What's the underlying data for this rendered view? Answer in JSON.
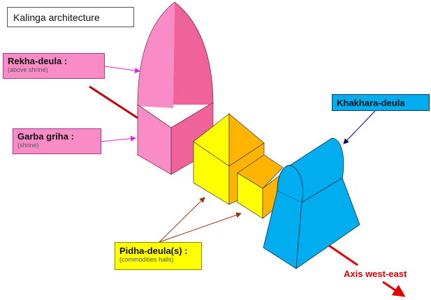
{
  "title": "Kalinga architecture",
  "labels": {
    "rekha": {
      "title": "Rekha-deula :",
      "sub": "(above shrine)"
    },
    "garba": {
      "title": "Garba griha :",
      "sub": "(shrine)"
    },
    "khakhara": {
      "title": "Khakhara-deula"
    },
    "pidha": {
      "title": "Pidha-deula(s) :",
      "sub": "(commodities halls)"
    },
    "axis": "Axis west-east"
  },
  "colors": {
    "pink": "#f98cc6",
    "pink_dark": "#f0629a",
    "yellow": "#ffff00",
    "orange": "#ffb400",
    "blue": "#00aeef",
    "axis": "#e00000"
  }
}
